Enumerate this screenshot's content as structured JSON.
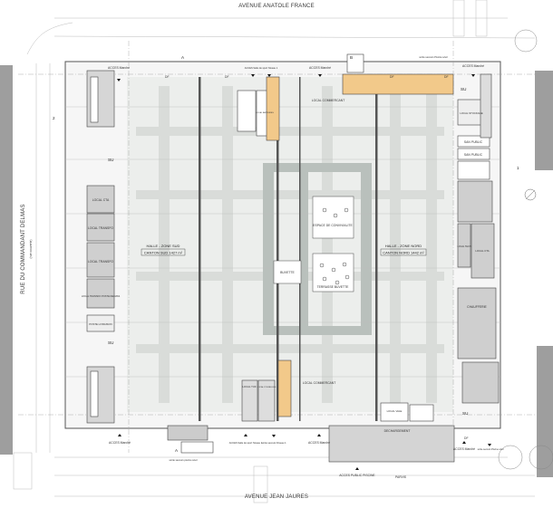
{
  "streets": {
    "north": "AVENUE ANATOLE FRANCE",
    "south": "AVENUE JEAN JAURES",
    "west": "RUE DU COMMANDANT DELMAS",
    "west_note": "(rue couverte)"
  },
  "zones": {
    "south_hall": "HALLE - ZONE SUD",
    "south_canton": "CANTON SUD 1427 m²",
    "north_hall": "HALLE - ZONE NORD",
    "north_canton": "CANTON NORD 1442 m²",
    "conviviality": "ESPACE DE CONVIVIALITE",
    "terrace": "TERRASSE BUVETTE",
    "buvette": "BUVETTE"
  },
  "rooms": {
    "local_cta_left": "LOCAL CTA",
    "transfo1": "LOCAL TRANSFO",
    "transfo2": "LOCAL TRANSFO",
    "transfo_delmas": "LOCAL TRANSFO POSTE DELMAS",
    "poste_livraison": "POSTE LIVRAISON",
    "local_stockage": "LOCAL STOCKAGE",
    "san_public1": "SAN PUBLIC",
    "san_public2": "SAN PUBLIC",
    "local_tech1": "LOCAL TECH",
    "local_cta_right": "LOCAL CTA",
    "chaufferie": "CHAUFFERIE",
    "dechargement": "DECHARGEMENT",
    "local_commercant_n": "LOCAL COMMERCANT",
    "local_commercant_s": "LOCAL COMMERCANT",
    "local_poubelles": "LOCAL POUBELLES",
    "local_vale": "LOCAL VALE",
    "local_tuf": "LOCAL TUF",
    "local_batteries": "LOCAL BATTERIES"
  },
  "accesses": {
    "marche_nw": "ACCES Marché",
    "sport_n": "ACCES Salle de sport Niveau 1",
    "marche_n": "ACCES Marché",
    "secours_piscine_n": "sortie secours Piscine s/sol",
    "marche_ne": "ACCES Marché",
    "marche_sw": "ACCES Marché",
    "sport_s": "ACCES Salle de sport Niveau 1",
    "secours_niveau1": "sortie secours Niveau 1",
    "marche_s": "ACCES Marché",
    "public_piscine": "ACCES PUBLIC PISCINE",
    "parvis": "PARVIS",
    "marche_se": "ACCES Marché",
    "secours_piscine_se": "sortie secours Piscine s/sol",
    "secours_piscine_s": "sortie secours piscine s/sol"
  },
  "markers": {
    "su": "SU",
    "df": "DF",
    "section_a": "A",
    "section_b": "B",
    "section_1": "1",
    "section_2": "2"
  },
  "colors": {
    "hall_grid": "#d9dcd9",
    "central_zone": "#b9c0bc",
    "technical_rooms": "#cfcfcf",
    "stair_core": "#f2c98a",
    "neighbour_buildings": "#9e9e9e"
  }
}
